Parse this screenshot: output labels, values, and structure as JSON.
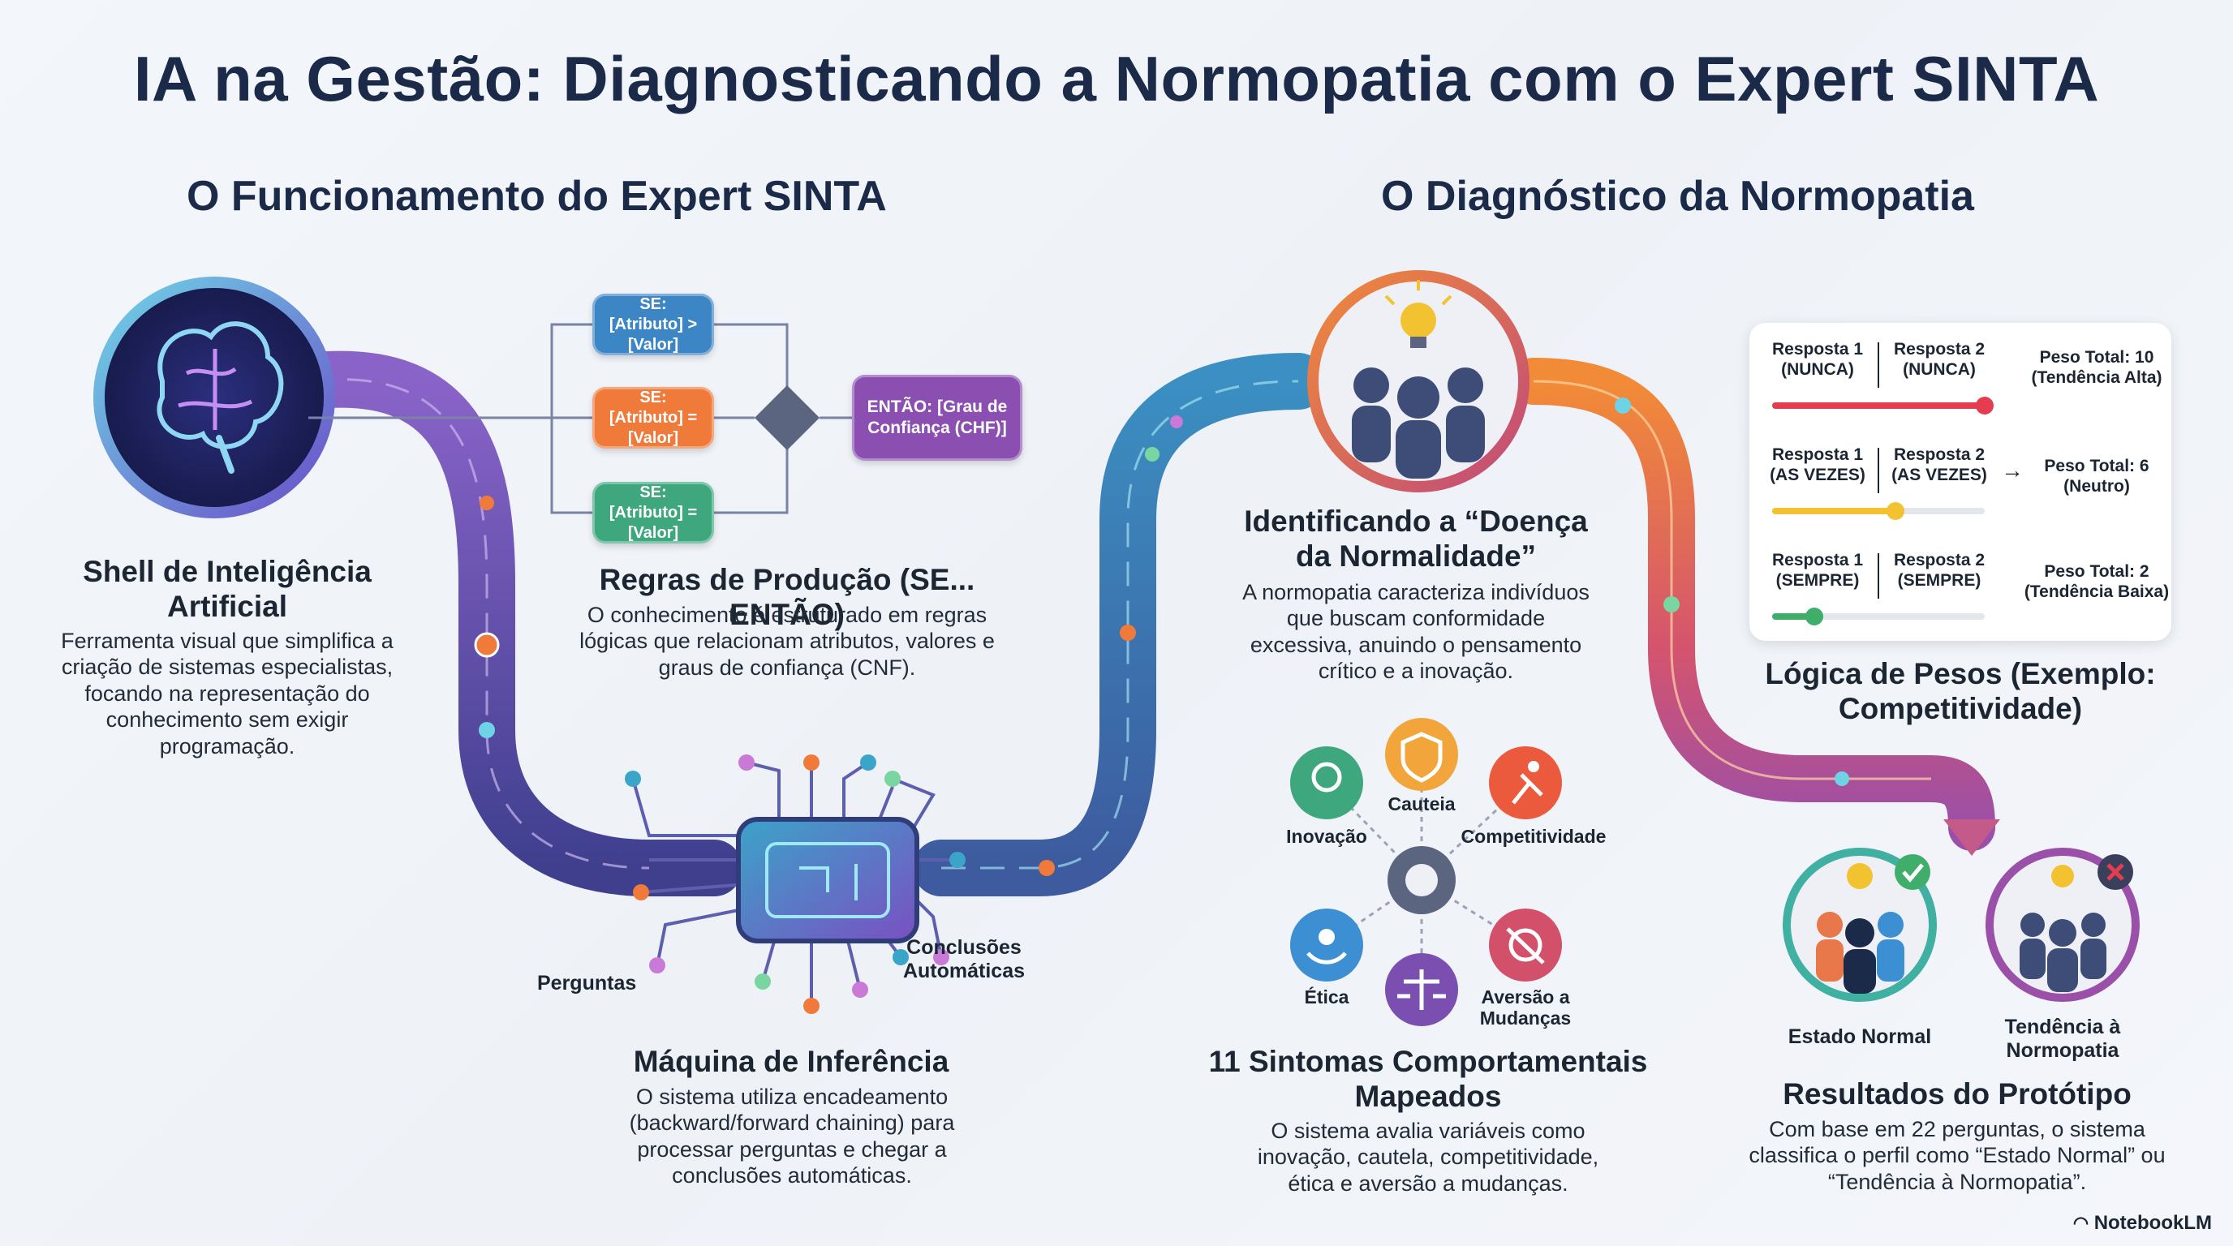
{
  "title": "IA na Gestão: Diagnosticando a Normopatia com o Expert SINTA",
  "left_section": {
    "title": "O Funcionamento do Expert SINTA",
    "shell": {
      "title": "Shell de Inteligência Artificial",
      "desc": "Ferramenta visual que simplifica a criação de sistemas especialistas, focando na representação do conhecimento sem exigir programação."
    },
    "rules": {
      "box1": "SE: [Atributo] > [Valor]",
      "box2": "SE: [Atributo] = [Valor]",
      "box3": "SE: [Atributo] = [Valor]",
      "then": "ENTÃO: [Grau de Confiança (CHF)]",
      "title": "Regras de Produção (SE... ENTÃO)",
      "desc": "O conhecimento é estruturado em regras lógicas que relacionam atributos, valores e graus de confiança (CNF)."
    },
    "engine": {
      "input_label": "Perguntas",
      "output_label": "Conclusões Automáticas",
      "title": "Máquina de Inferência",
      "desc": "O sistema utiliza encadeamento (backward/forward chaining) para processar perguntas e chegar a conclusões automáticas."
    }
  },
  "right_section": {
    "title": "O Diagnóstico da Normopatia",
    "identify": {
      "title": "Identificando a “Doença da Normalidade”",
      "desc": "A normopatia caracteriza indivíduos que buscam conformidade excessiva, anuindo o pensamento crítico e a inovação."
    },
    "symptoms": {
      "items": [
        "Inovação",
        "Cauteia",
        "Competitividade",
        "Ética",
        "Aversão a Mudanças"
      ],
      "title": "11 Sintomas Comportamentais Mapeados",
      "desc": "O sistema avalia variáveis como inovação, cautela, competitividade, ética e aversão a mudanças."
    },
    "weights": {
      "rows": [
        {
          "r1": "Resposta 1 (NUNCA)",
          "r2": "Resposta 2 (NUNCA)",
          "peso": "Peso Total: 10 (Tendência Alta)",
          "level": 1.0,
          "color": "#e53d4f"
        },
        {
          "r1": "Resposta 1 (AS VEZES)",
          "r2": "Resposta 2 (AS VEZES)",
          "peso": "Peso Total: 6 (Neutro)",
          "level": 0.58,
          "color": "#f2c230"
        },
        {
          "r1": "Resposta 1 (SEMPRE)",
          "r2": "Resposta 2 (SEMPRE)",
          "peso": "Peso Total: 2 (Tendência Baixa)",
          "level": 0.2,
          "color": "#3fae6a"
        }
      ],
      "arrow": "→",
      "title": "Lógica de Pesos (Exemplo: Competitividade)"
    },
    "results": {
      "normal_label": "Estado Normal",
      "tendency_label": "Tendência à Normopatia",
      "title": "Resultados do Protótipo",
      "desc": "Com base em 22 perguntas, o sistema classifica o perfil como “Estado Normal” ou “Tendência à Normopatia”."
    }
  },
  "brand": "NotebookLM",
  "colors": {
    "navy": "#1b2a48",
    "blue_box": "#3d86c6",
    "orange_box": "#f07a3a",
    "green_box": "#3ea77e",
    "purple_box": "#8a4fb0",
    "track_purple": "#5a4a9e",
    "track_blue": "#3978b0",
    "track_orange": "#f08a3a"
  }
}
